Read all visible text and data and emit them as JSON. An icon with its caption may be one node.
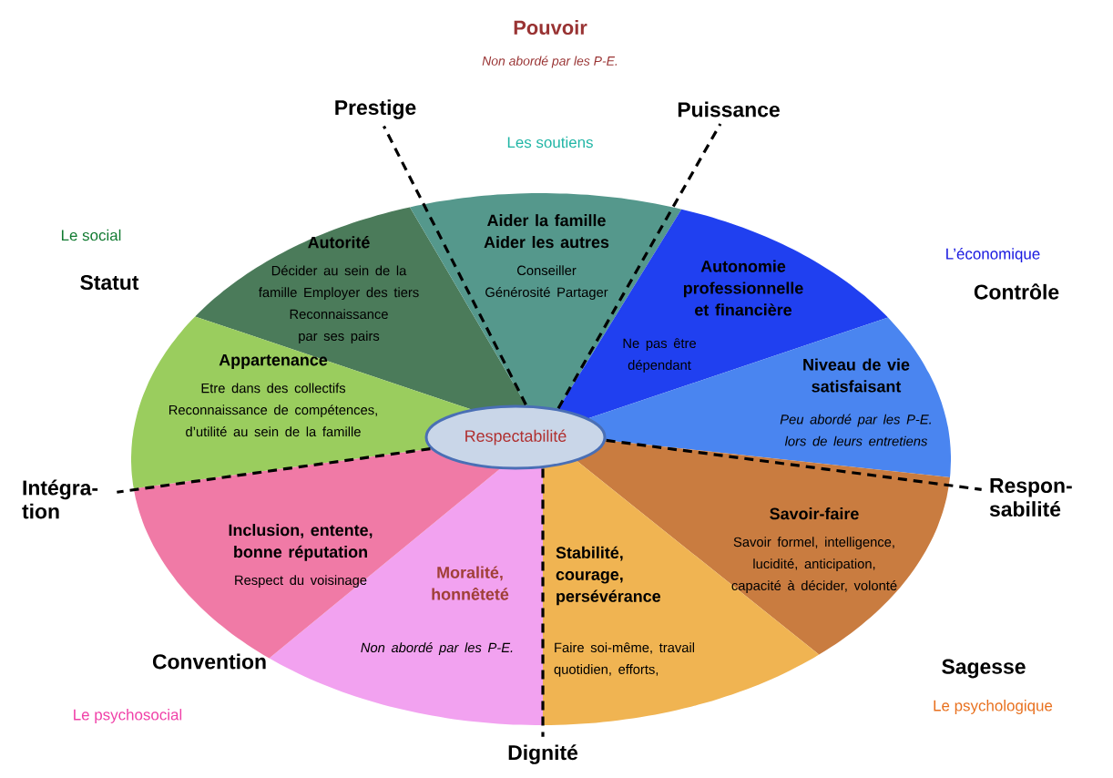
{
  "diagram": {
    "nodes": [
      {
        "text": [
          "Autorité",
          "Décider au sein de la famille Employer des tiers Reconnaissance par ses pairs"
        ]
      },
      {
        "text": [
          "Aider la famille Aider les autres",
          "Conseiller Générosité Partager"
        ]
      },
      {
        "text": [
          "Autonomie professionnelle et financière",
          "Ne pas être dépendant"
        ]
      },
      {
        "text": [
          "Niveau de vie satisfaisant",
          "Peu abordé par les P-E. lors de leurs entretiens"
        ]
      },
      {
        "text": [
          "Savoir-faire",
          "Savoir formel, intelligence, lucidité, anticipation, capacité à décider, volonté"
        ]
      },
      {
        "text": [
          "Stabilité, courage, persévérance",
          "Faire soi-même, travail quotidien, efforts,"
        ]
      },
      {
        "text": [
          "Moralité, honnêteté",
          "Non abordé par les P-E."
        ]
      },
      {
        "text": [
          "Inclusion, entente, bonne réputation",
          "Respect du voisinage"
        ]
      },
      {
        "text": [
          "Appartenance",
          "Etre dans des collectifs Reconnaissance de compétences, d’utilité au sein de la famille"
        ]
      },
      {
        "text": [
          "Respectabilité"
        ]
      },
      {
        "text": [
          "Prestige"
        ]
      },
      {
        "text": [
          "Puissance"
        ]
      },
      {
        "text": [
          "Respon-sabilité"
        ]
      },
      {
        "text": [
          "Dignité"
        ]
      },
      {
        "text": [
          "Intégra-tion"
        ]
      }
    ],
    "edges": [
      {
        "from": 9,
        "to": 10,
        "arrow": "none",
        "style": "dashed"
      },
      {
        "from": 9,
        "to": 11,
        "arrow": "none",
        "style": "dashed"
      },
      {
        "from": 9,
        "to": 12,
        "arrow": "none",
        "style": "dashed"
      },
      {
        "from": 9,
        "to": 13,
        "arrow": "none",
        "style": "dashed"
      },
      {
        "from": 9,
        "to": 14,
        "arrow": "none",
        "style": "dashed"
      }
    ],
    "labels": [
      "Pouvoir",
      "Non abordé par les P-E.",
      "Statut",
      "Contrôle",
      "Sagesse",
      "Convention",
      "Le social",
      "Les soutiens",
      "L’économique",
      "Le psychologique",
      "Le psychosocial"
    ]
  }
}
